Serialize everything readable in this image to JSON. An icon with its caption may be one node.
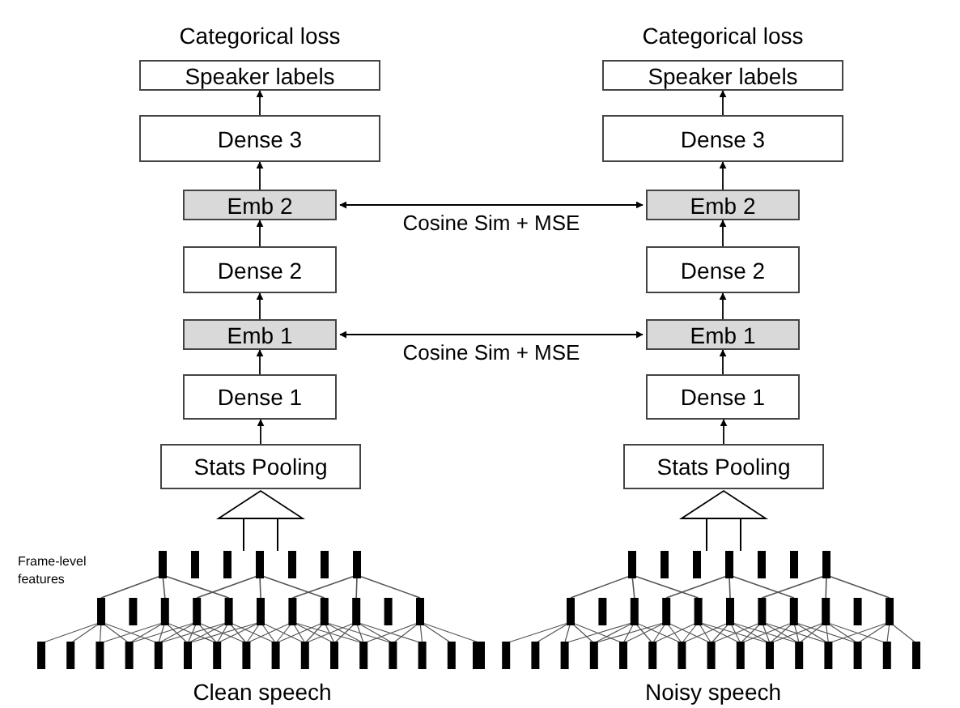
{
  "diagram": {
    "nodes": [
      {
        "text": [
          "Speaker labels"
        ],
        "beside": [
          "Categorical loss"
        ]
      },
      {
        "text": [
          "Dense 3"
        ]
      },
      {
        "text": [
          "Emb 2"
        ]
      },
      {
        "text": [
          "Dense 2"
        ]
      },
      {
        "text": [
          "Emb 1"
        ]
      },
      {
        "text": [
          "Dense 1"
        ]
      },
      {
        "text": [
          "Stats Pooling"
        ]
      },
      {
        "text": [
          "Speaker labels"
        ],
        "beside": [
          "Categorical loss"
        ]
      },
      {
        "text": [
          "Dense 3"
        ]
      },
      {
        "text": [
          "Emb 2"
        ]
      },
      {
        "text": [
          "Dense 2"
        ]
      },
      {
        "text": [
          "Emb 1"
        ]
      },
      {
        "text": [
          "Dense 1"
        ]
      },
      {
        "text": [
          "Stats Pooling"
        ]
      },
      {
        "text": [],
        "shape": "picture",
        "beside": [
          "Clean speech"
        ]
      },
      {
        "text": [],
        "shape": "picture",
        "beside": [
          "Noisy speech"
        ]
      }
    ],
    "edges": [
      {
        "from": 1,
        "to": 0,
        "arrow": "to"
      },
      {
        "from": 2,
        "to": 1,
        "arrow": "to"
      },
      {
        "from": 3,
        "to": 2,
        "arrow": "to"
      },
      {
        "from": 4,
        "to": 3,
        "arrow": "to"
      },
      {
        "from": 5,
        "to": 4,
        "arrow": "to"
      },
      {
        "from": 6,
        "to": 5,
        "arrow": "to"
      },
      {
        "from": 8,
        "to": 7,
        "arrow": "to"
      },
      {
        "from": 9,
        "to": 8,
        "arrow": "to"
      },
      {
        "from": 10,
        "to": 9,
        "arrow": "to"
      },
      {
        "from": 11,
        "to": 10,
        "arrow": "to"
      },
      {
        "from": 12,
        "to": 11,
        "arrow": "to"
      },
      {
        "from": 13,
        "to": 12,
        "arrow": "to"
      },
      {
        "from": 2,
        "to": 9,
        "arrow": "both",
        "label": "Cosine Sim + MSE"
      },
      {
        "from": 4,
        "to": 11,
        "arrow": "both",
        "label": "Cosine Sim + MSE"
      },
      {
        "from": 14,
        "to": 6,
        "arrow": "to",
        "style": "thick"
      },
      {
        "from": 15,
        "to": 13,
        "arrow": "to",
        "style": "thick"
      }
    ],
    "labels": [
      "Frame-level features"
    ]
  }
}
